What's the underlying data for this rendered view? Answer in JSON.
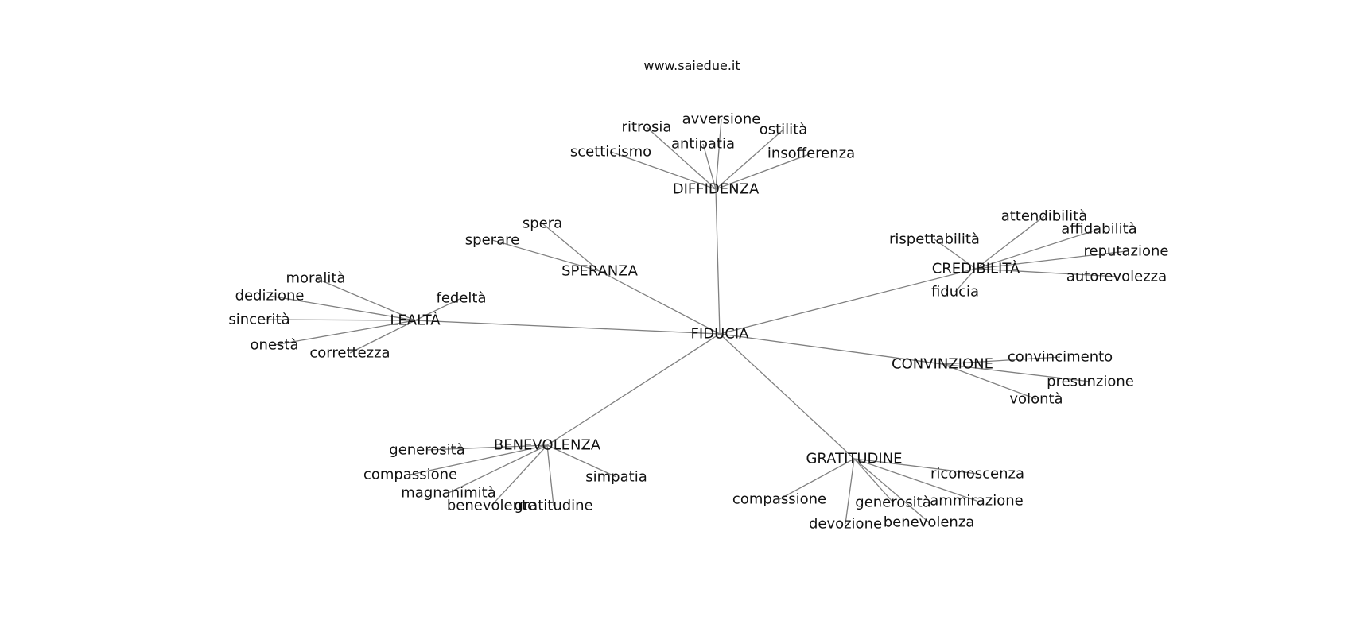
{
  "watermark": "www.saiedue.it",
  "graph": {
    "root": "FIDUCIA",
    "branches": [
      {
        "id": "diffidenza",
        "label": "DIFFIDENZA",
        "leaves": [
          "ritrosia",
          "avversione",
          "antipatia",
          "ostilità",
          "scetticismo",
          "insofferenza"
        ]
      },
      {
        "id": "speranza",
        "label": "SPERANZA",
        "leaves": [
          "spera",
          "sperare"
        ]
      },
      {
        "id": "lealta",
        "label": "LEALTÀ",
        "leaves": [
          "moralità",
          "dedizione",
          "fedeltà",
          "sincerità",
          "onestà",
          "correttezza"
        ]
      },
      {
        "id": "credibilita",
        "label": "CREDIBILITÀ",
        "leaves": [
          "attendibilità",
          "affidabilità",
          "rispettabilità",
          "reputazione",
          "autorevolezza",
          "fiducia"
        ]
      },
      {
        "id": "convinzione",
        "label": "CONVINZIONE",
        "leaves": [
          "convincimento",
          "presunzione",
          "volontà"
        ]
      },
      {
        "id": "benevolenza",
        "label": "BENEVOLENZA",
        "leaves": [
          "generosità",
          "compassione",
          "simpatia",
          "magnanimità",
          "benevolente",
          "gratitudine"
        ]
      },
      {
        "id": "gratitudine",
        "label": "GRATITUDINE",
        "leaves": [
          "riconoscenza",
          "compassione",
          "generosità",
          "ammirazione",
          "devozione",
          "benevolenza"
        ]
      }
    ]
  }
}
